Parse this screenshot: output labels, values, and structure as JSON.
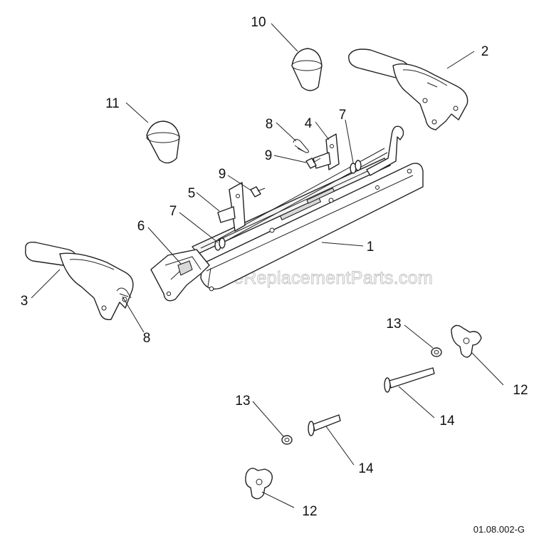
{
  "drawing_number": "01.08.002-G",
  "watermark": "eReplacementParts.com",
  "callouts": {
    "c1": "1",
    "c2": "2",
    "c3": "3",
    "c4": "4",
    "c5": "5",
    "c6": "6",
    "c7a": "7",
    "c7b": "7",
    "c8a": "8",
    "c8b": "8",
    "c9a": "9",
    "c9b": "9",
    "c10": "10",
    "c11": "11",
    "c12a": "12",
    "c12b": "12",
    "c13a": "13",
    "c13b": "13",
    "c14a": "14",
    "c14b": "14"
  }
}
